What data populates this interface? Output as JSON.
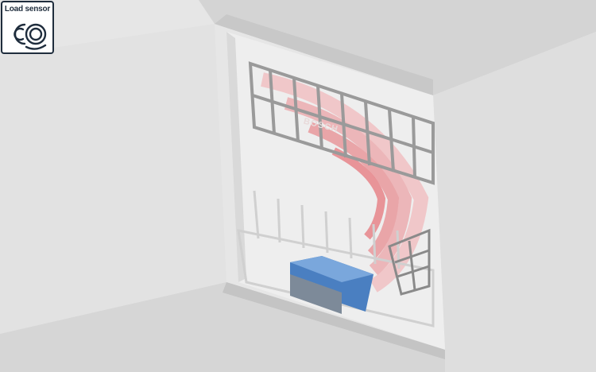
{
  "badge": {
    "label": "Load sensor",
    "icon": "load-sensor-icon",
    "border_color": "#1f2d3d"
  },
  "product": {
    "brand_text": "BOSCH"
  },
  "scene": {
    "subject": "dishwasher-interior",
    "accent_color": "#e0202a",
    "sensor_color": "#4a7fc1"
  }
}
